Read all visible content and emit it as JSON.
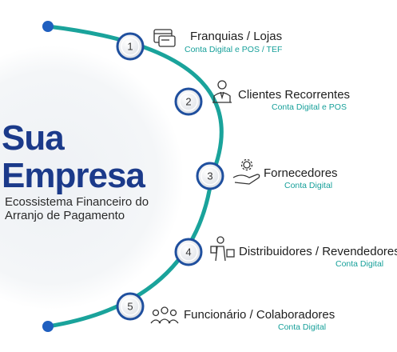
{
  "heading": {
    "line1": "Sua",
    "line2": "Empresa",
    "subtitle_line1": "Ecossistema Financeiro do",
    "subtitle_line2": "Arranjo de Pagamento"
  },
  "colors": {
    "arc": "#1aa39b",
    "endpoint": "#1f5fbf",
    "node_ring": "#1f4f9e",
    "title": "#1b3a8a",
    "caption": "#17a09a"
  },
  "steps": [
    {
      "number": "1",
      "label": "Franquias / Lojas",
      "caption": "Conta Digital e POS / TEF",
      "icon": "card-payment-icon"
    },
    {
      "number": "2",
      "label": "Clientes Recorrentes",
      "caption": "Conta Digital e POS",
      "icon": "businessman-icon"
    },
    {
      "number": "3",
      "label": "Fornecedores",
      "caption": "Conta Digital",
      "icon": "hand-gear-icon"
    },
    {
      "number": "4",
      "label": "Distribuidores / Revendedores",
      "caption": "Conta Digital",
      "icon": "delivery-person-icon"
    },
    {
      "number": "5",
      "label": "Funcionário / Colaboradores",
      "caption": "Conta Digital",
      "icon": "team-icon"
    }
  ]
}
